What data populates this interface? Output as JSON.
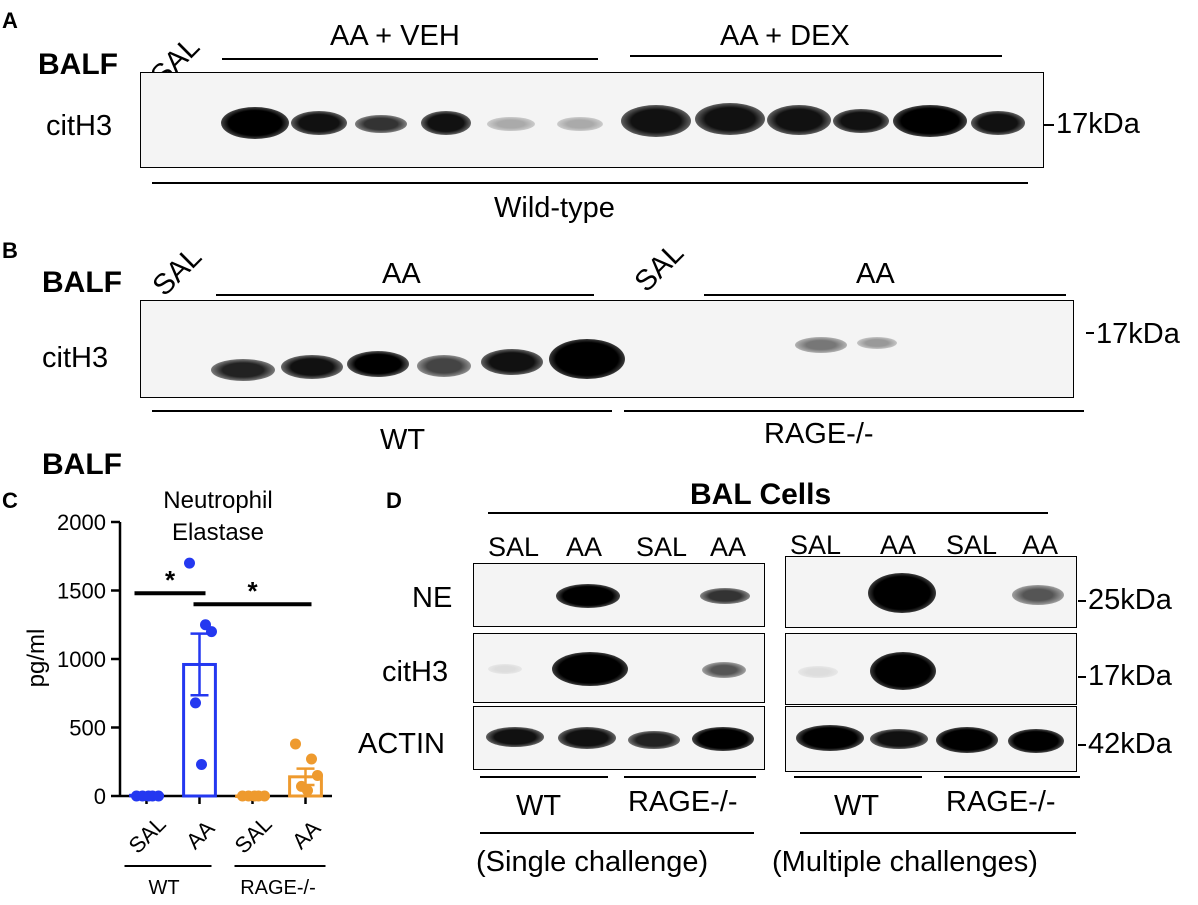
{
  "panelA": {
    "letter": "A",
    "sample": "BALF",
    "sal": "SAL",
    "group_veh": "AA + VEH",
    "group_dex": "AA + DEX",
    "row_label": "citH3",
    "marker": "17kDa",
    "genotype": "Wild-type"
  },
  "panelB": {
    "letter": "B",
    "sample": "BALF",
    "sal1": "SAL",
    "aa1": "AA",
    "sal2": "SAL",
    "aa2": "AA",
    "row_label": "citH3",
    "marker": "17kDa",
    "genotype_wt": "WT",
    "genotype_ko": "RAGE-/-"
  },
  "panelC": {
    "letter": "C",
    "sample": "BALF",
    "chart_data": {
      "type": "bar",
      "title": "Neutrophil Elastase",
      "ylabel": "pg/ml",
      "ylim": [
        0,
        2000
      ],
      "yticks": [
        "0",
        "500",
        "1000",
        "1500",
        "2000"
      ],
      "categories": [
        "SAL",
        "AA",
        "SAL",
        "AA"
      ],
      "groups": [
        "WT",
        "RAGE-/-"
      ],
      "values": [
        5,
        960,
        0,
        140
      ],
      "errors": [
        3,
        225,
        0,
        60
      ],
      "colors": [
        "#2438f0",
        "#2438f0",
        "#ee9a2e",
        "#ee9a2e"
      ],
      "points": [
        [
          0,
          0,
          0,
          0,
          0
        ],
        [
          1700,
          1250,
          1200,
          680,
          230
        ],
        [
          0,
          0,
          0,
          0,
          0
        ],
        [
          380,
          270,
          150,
          70,
          40
        ]
      ],
      "significance": [
        {
          "from": 0,
          "to": 1,
          "label": "*"
        },
        {
          "from": 1,
          "to": 3,
          "label": "*"
        }
      ]
    }
  },
  "panelD": {
    "letter": "D",
    "title": "BAL Cells",
    "lanes": [
      "SAL",
      "AA",
      "SAL",
      "AA"
    ],
    "rows": [
      "NE",
      "citH3",
      "ACTIN"
    ],
    "markers": [
      "25kDa",
      "17kDa",
      "42kDa"
    ],
    "genotype_wt": "WT",
    "genotype_ko": "RAGE-/-",
    "single": "(Single challenge)",
    "multiple": "(Multiple challenges)"
  }
}
